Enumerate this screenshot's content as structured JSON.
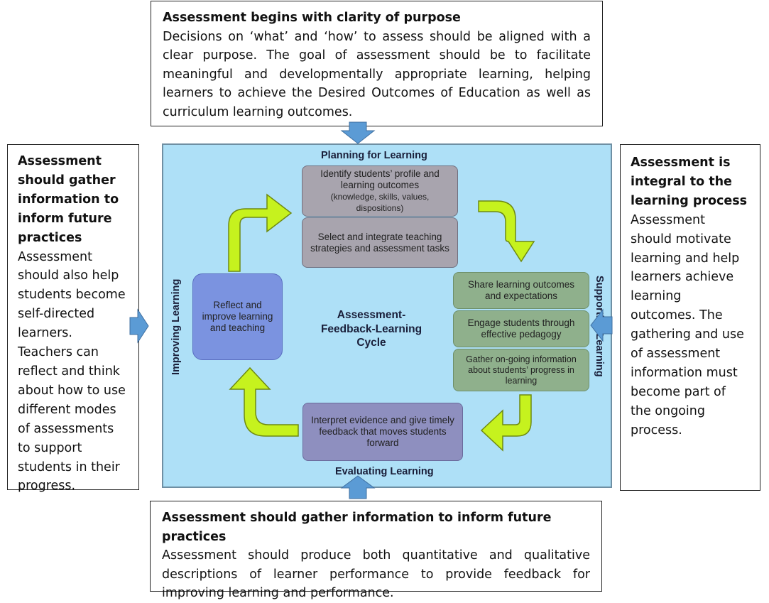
{
  "top_box": {
    "title": "Assessment begins with clarity of purpose",
    "body": "Decisions on ‘what’ and ‘how’ to assess should be aligned with a clear purpose. The goal of assessment should be to facilitate meaningful and developmentally appropriate learning, helping learners to achieve the Desired Outcomes of Education as well as curriculum learning outcomes."
  },
  "left_box": {
    "title": "Assessment should gather information to inform future practices",
    "body": "Assessment should also help students become self-directed learners. Teachers can reflect and think about how to use different modes of assessments to support students in their progress."
  },
  "right_box": {
    "title": "Assessment is integral to the learning process",
    "body": "Assessment should motivate learning and help learners achieve learning outcomes. The gathering and use of assessment information must become part of the ongoing process."
  },
  "bottom_box": {
    "title": "Assessment should gather information to inform future practices",
    "body": "Assessment should produce both quantitative and qualitative descriptions of learner performance to provide feedback for improving learning and performance."
  },
  "cycle": {
    "center": "Assessment-Feedback-Learning Cycle",
    "planning_label": "Planning for Learning",
    "supporting_label": "Supporting Learning",
    "evaluating_label": "Evaluating Learning",
    "improving_label": "Improving Learning",
    "identify": "Identify students’ profile and learning outcomes",
    "identify_detail": "(knowledge, skills, values, dispositions)",
    "select": "Select and integrate teaching strategies and assessment tasks",
    "share": "Share learning outcomes and expectations",
    "engage": "Engage students through effective pedagogy",
    "gather": "Gather on-going information about students’ progress in learning",
    "interpret": "Interpret evidence and give timely feedback that moves students forward",
    "reflect": "Reflect and improve learning and teaching"
  },
  "colors": {
    "cycle_bg": "#aee0f7",
    "planning": "#a8a4ae",
    "supporting": "#8fb08c",
    "evaluating": "#8e8fbf",
    "improving": "#7b93e0",
    "cycle_arrow": "#c6f21e",
    "pointer_arrow": "#5b9bd5"
  }
}
